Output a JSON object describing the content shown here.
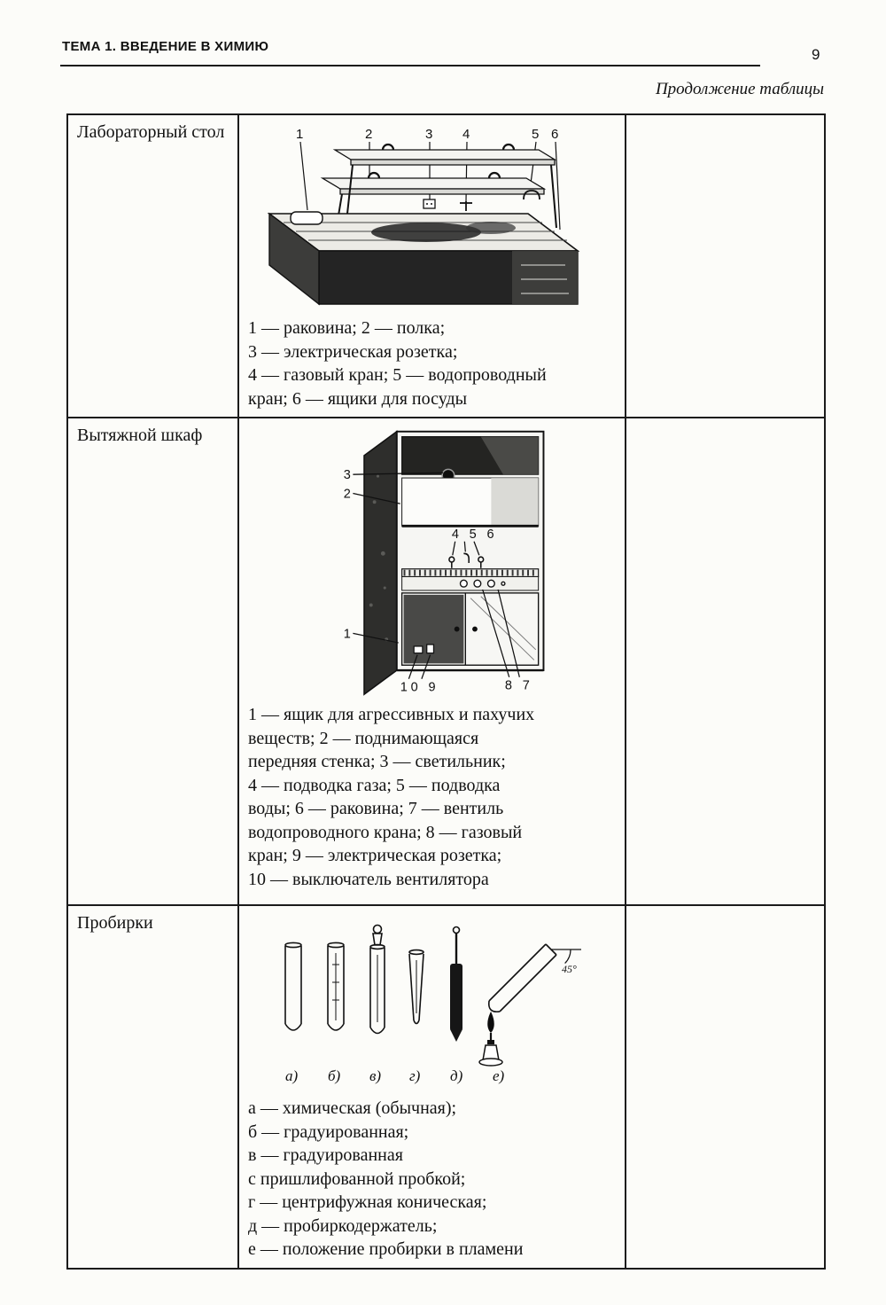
{
  "page": {
    "running_head": "ТЕМА 1. ВВЕДЕНИЕ В ХИМИЮ",
    "page_number": "9",
    "continuation_note": "Продолжение таблицы"
  },
  "table": {
    "rows": [
      {
        "title": "Лабораторный стол",
        "figure": {
          "name": "lab-table",
          "labels": [
            "1",
            "2",
            "3",
            "4",
            "5",
            "6"
          ]
        },
        "caption_lines": [
          "1 — раковина; 2 — полка;",
          "3 — электрическая розетка;",
          "4 — газовый кран; 5 — водопроводный",
          "кран; 6 — ящики для посуды"
        ]
      },
      {
        "title": "Вытяжной шкаф",
        "figure": {
          "name": "fume-hood",
          "labels": {
            "l3": "3",
            "l2": "2",
            "l1": "1",
            "l456": "4 5 6",
            "l109": "10 9",
            "l87": "8 7"
          }
        },
        "caption_lines": [
          "1 — ящик для агрессивных и пахучих",
          "веществ; 2 — поднимающаяся",
          "передняя стенка; 3 — светильник;",
          "4 — подводка газа; 5 — подводка",
          "воды; 6 — раковина; 7 — вентиль",
          "водопроводного крана; 8 — газовый",
          "кран; 9 — электрическая розетка;",
          "10 — выключатель вентилятора"
        ]
      },
      {
        "title": "Пробирки",
        "figure": {
          "name": "test-tubes",
          "item_labels": [
            "а)",
            "б)",
            "в)",
            "г)",
            "д)",
            "е)"
          ],
          "angle_label": "45°"
        },
        "caption_lines": [
          "а — химическая (обычная);",
          "б — градуированная;",
          "в — градуированная",
          "с пришлифованной пробкой;",
          "г — центрифужная коническая;",
          "д — пробиркодержатель;",
          "е — положение пробирки в пламени"
        ]
      }
    ]
  }
}
